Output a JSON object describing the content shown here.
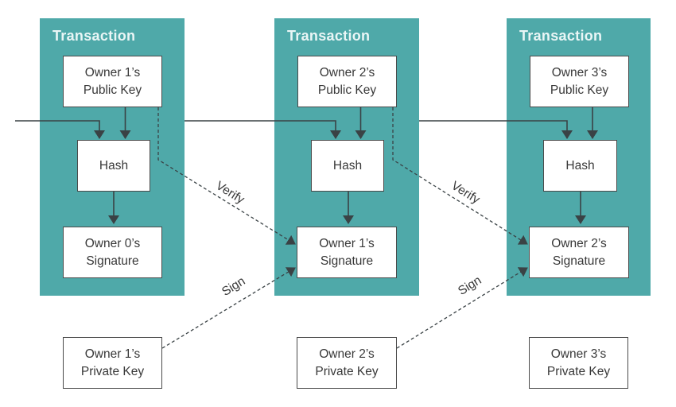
{
  "colors": {
    "teal": "#4FA9A9",
    "line": "#3a4245",
    "border": "#4a4a4a",
    "text": "#383838",
    "title": "#eaf6f6",
    "bg": "#ffffff"
  },
  "labels": {
    "verify": "Verify",
    "sign": "Sign"
  },
  "transactions": [
    {
      "title": "Transaction",
      "public_key": {
        "lines": [
          "Owner 1’s",
          "Public Key"
        ]
      },
      "hash": {
        "label": "Hash"
      },
      "signature": {
        "lines": [
          "Owner 0’s",
          "Signature"
        ]
      },
      "private_key": {
        "lines": [
          "Owner 1’s",
          "Private Key"
        ]
      }
    },
    {
      "title": "Transaction",
      "public_key": {
        "lines": [
          "Owner 2’s",
          "Public Key"
        ]
      },
      "hash": {
        "label": "Hash"
      },
      "signature": {
        "lines": [
          "Owner 1’s",
          "Signature"
        ]
      },
      "private_key": {
        "lines": [
          "Owner 2’s",
          "Private Key"
        ]
      }
    },
    {
      "title": "Transaction",
      "public_key": {
        "lines": [
          "Owner 3’s",
          "Public Key"
        ]
      },
      "hash": {
        "label": "Hash"
      },
      "signature": {
        "lines": [
          "Owner 2’s",
          "Signature"
        ]
      },
      "private_key": {
        "lines": [
          "Owner 3’s",
          "Private Key"
        ]
      }
    }
  ]
}
